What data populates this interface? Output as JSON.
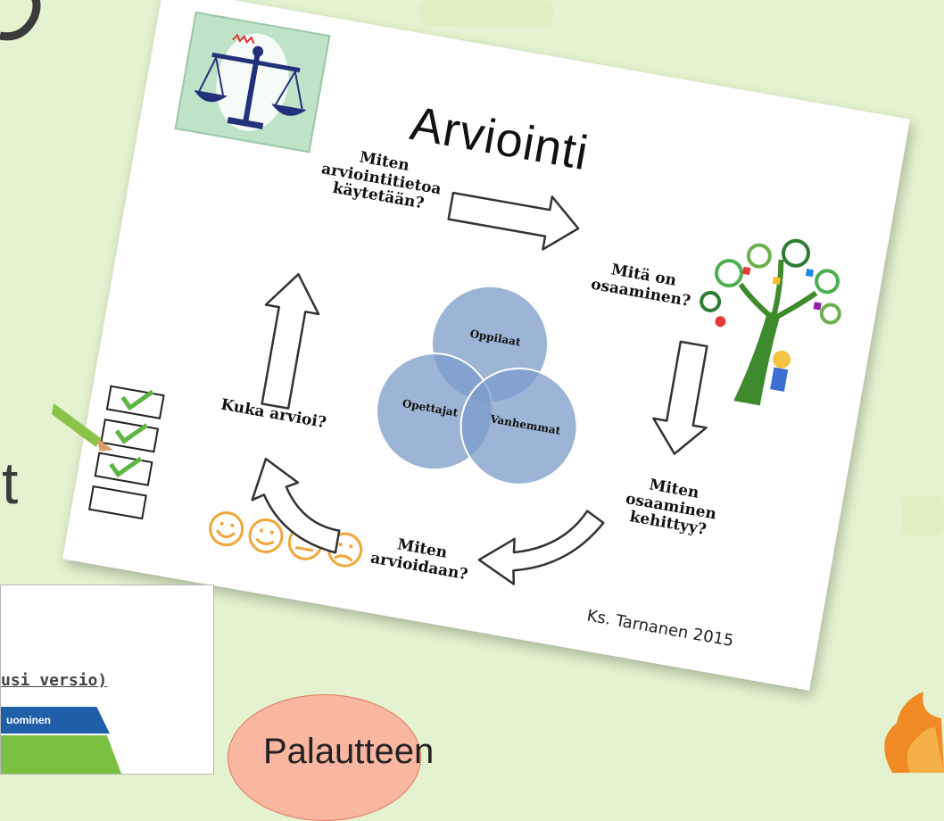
{
  "slide": {
    "title": "Arviointi",
    "steps": {
      "use": "Miten\narviointitietoa\nkäytetään?",
      "competence": "Mitä on\nosaaminen?",
      "develops": "Miten\nosaaminen\nkehittyy?",
      "assess": "Miten\narvioidaan?",
      "who": "Kuka arvioi?"
    },
    "venn": {
      "top": "Oppilaat",
      "left": "Opettajat",
      "right": "Vanhemmat"
    },
    "citation": "Ks. Tarnanen 2015",
    "icons": [
      "scales-icon",
      "tree-icon",
      "checklist-icon",
      "smiley-faces-icon"
    ]
  },
  "background": {
    "left_glyphs": [
      "t"
    ]
  },
  "doc_panel": {
    "link_text": "usi versio)",
    "ribbon_text": "uominen"
  },
  "feedback": {
    "label": "Palautteen"
  },
  "colors": {
    "background": "#e4f2cf",
    "venn_fill": "#7b9cc9",
    "arrow_stroke": "#333333"
  }
}
